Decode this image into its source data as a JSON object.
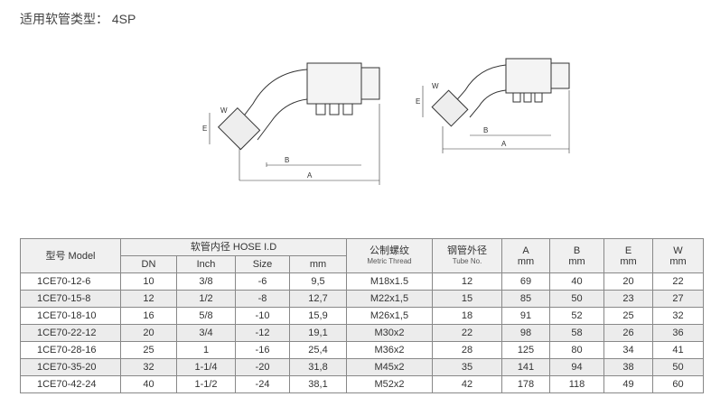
{
  "title": "适用软管类型： 4SP",
  "drawing_labels": {
    "a": "A",
    "b": "B",
    "e": "E",
    "w": "W"
  },
  "table": {
    "model_header": "型号 Model",
    "hose_header": "软管内径 HOSE I.D",
    "sub_headers": [
      "DN",
      "Inch",
      "Size",
      "mm"
    ],
    "thread_header": "公制螺纹",
    "thread_sub": "Metric Thread",
    "tube_header": "钢管外径",
    "tube_sub": "Tube No.",
    "dim_headers": [
      "A",
      "B",
      "E",
      "W"
    ],
    "dim_unit": "mm",
    "rows": [
      [
        "1CE70-12-6",
        "10",
        "3/8",
        "-6",
        "9,5",
        "M18x1.5",
        "12",
        "69",
        "40",
        "20",
        "22"
      ],
      [
        "1CE70-15-8",
        "12",
        "1/2",
        "-8",
        "12,7",
        "M22x1,5",
        "15",
        "85",
        "50",
        "23",
        "27"
      ],
      [
        "1CE70-18-10",
        "16",
        "5/8",
        "-10",
        "15,9",
        "M26x1,5",
        "18",
        "91",
        "52",
        "25",
        "32"
      ],
      [
        "1CE70-22-12",
        "20",
        "3/4",
        "-12",
        "19,1",
        "M30x2",
        "22",
        "98",
        "58",
        "26",
        "36"
      ],
      [
        "1CE70-28-16",
        "25",
        "1",
        "-16",
        "25,4",
        "M36x2",
        "28",
        "125",
        "80",
        "34",
        "41"
      ],
      [
        "1CE70-35-20",
        "32",
        "1-1/4",
        "-20",
        "31,8",
        "M45x2",
        "35",
        "141",
        "94",
        "38",
        "50"
      ],
      [
        "1CE70-42-24",
        "40",
        "1-1/2",
        "-24",
        "38,1",
        "M52x2",
        "42",
        "178",
        "118",
        "49",
        "60"
      ]
    ]
  }
}
